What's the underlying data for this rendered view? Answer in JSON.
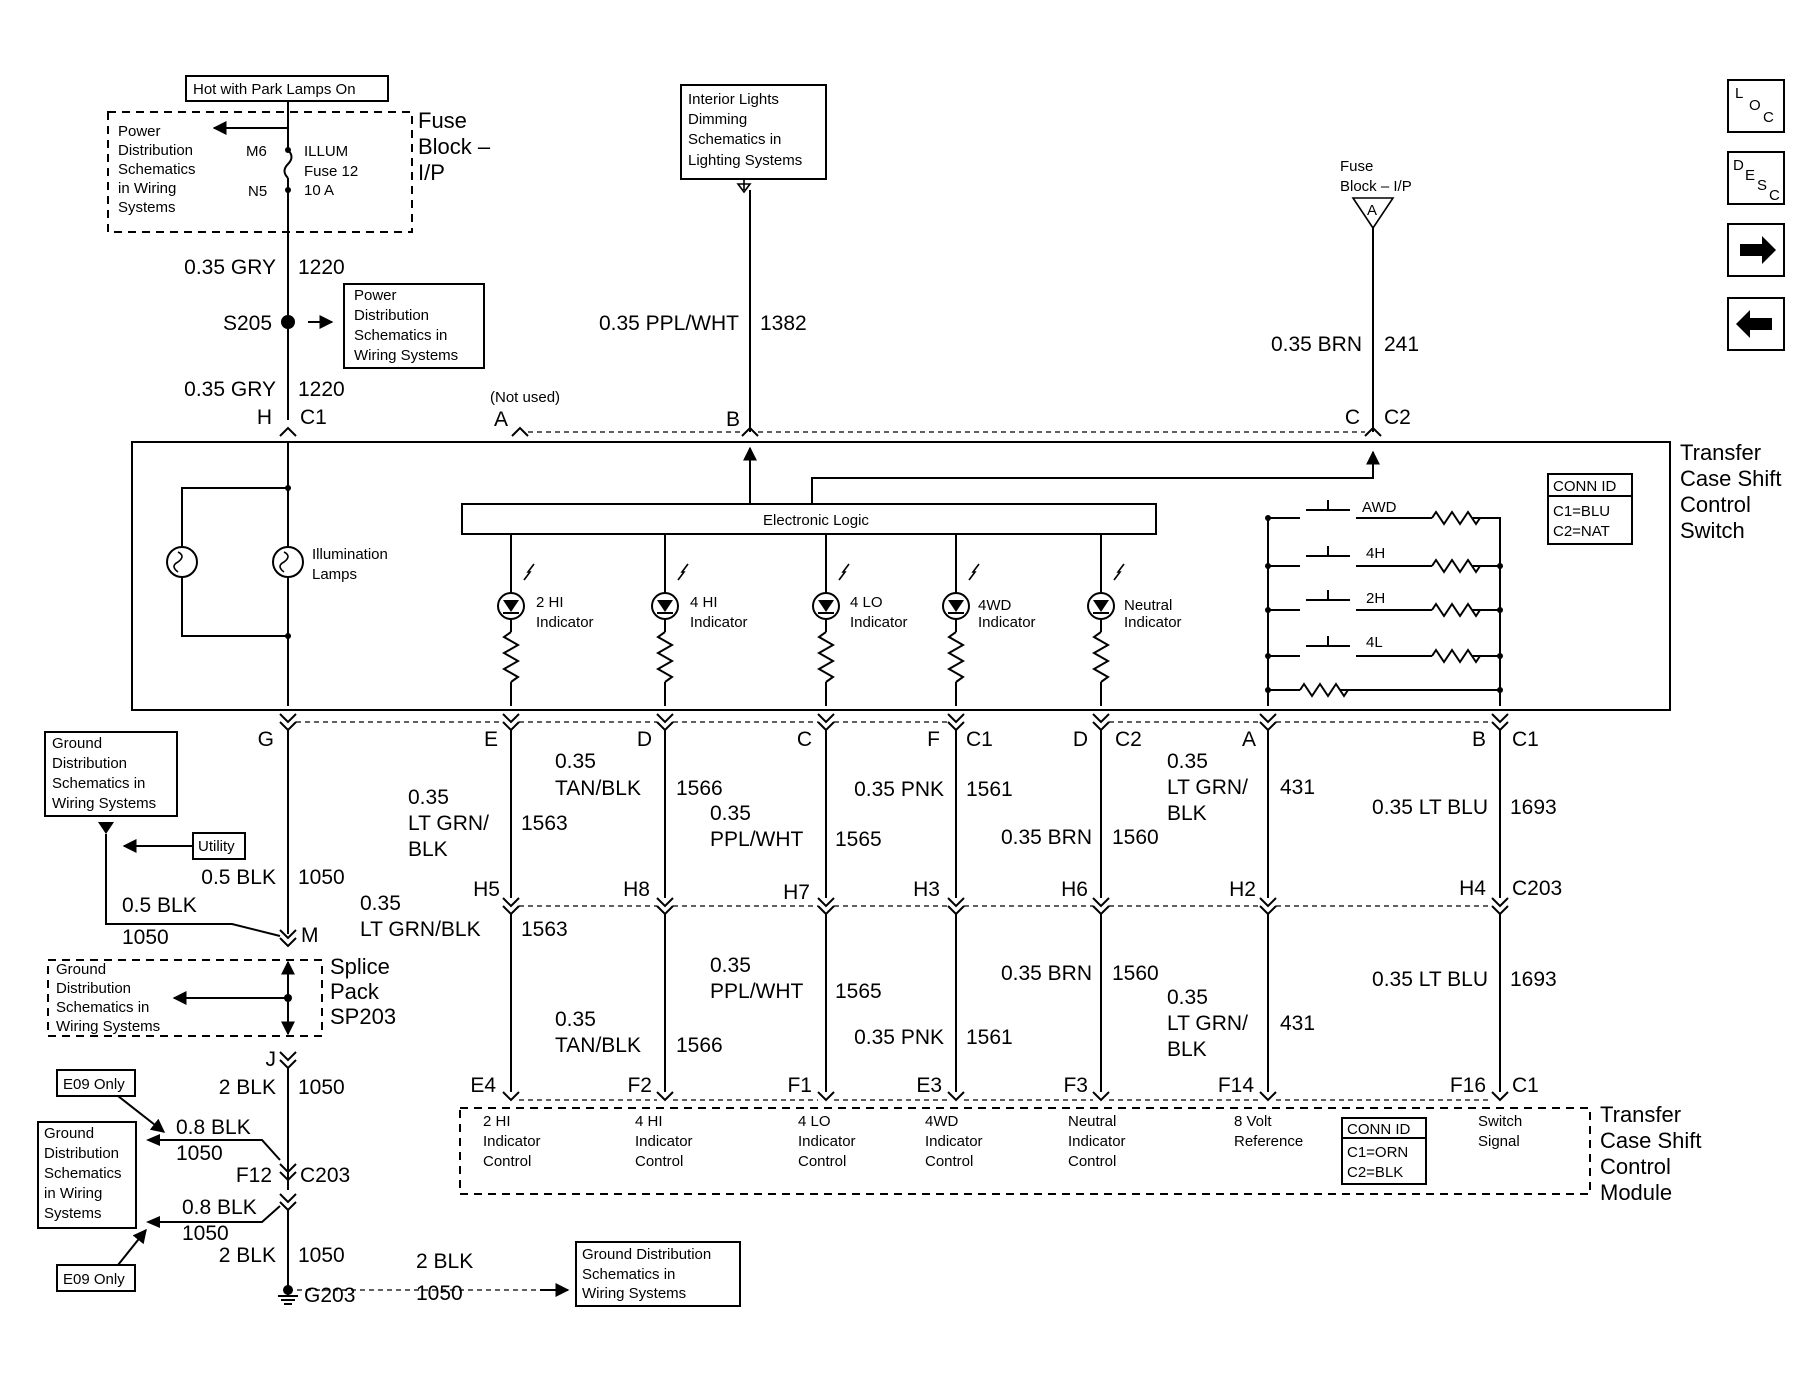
{
  "nav": {
    "loc": {
      "l1": "L",
      "l2": "O",
      "l3": "C"
    },
    "desc": {
      "l1": "D",
      "l2": "E",
      "l3": "S",
      "l4": "C"
    }
  },
  "fuse_block": {
    "hot_label": "Hot with Park Lamps On",
    "title_l1": "Fuse",
    "title_l2": "Block –",
    "title_l3": "I/P",
    "power_ref": [
      "Power",
      "Distribution",
      "Schematics",
      "in Wiring",
      "Systems"
    ],
    "pin_top": "M6",
    "pin_bottom": "N5",
    "fuse_name": "ILLUM",
    "fuse_no": "Fuse 12",
    "fuse_rating": "10 A"
  },
  "splice_s205": {
    "wire_above": "0.35 GRY",
    "circuit_above": "1220",
    "name": "S205",
    "ref": [
      "Power",
      "Distribution",
      "Schematics in",
      "Wiring Systems"
    ],
    "wire_below": "0.35 GRY",
    "circuit_below": "1220"
  },
  "dimming": {
    "ref": [
      "Interior Lights",
      "Dimming",
      "Schematics in",
      "Lighting Systems"
    ],
    "wire": "0.35 PPL/WHT",
    "circuit": "1382"
  },
  "fuse_a": {
    "label_l1": "Fuse",
    "label_l2": "Block – I/P",
    "tag": "A",
    "wire": "0.35 BRN",
    "circuit": "241"
  },
  "switch_top": {
    "pin_h": "H",
    "conn_c1": "C1",
    "not_used": "(Not used)",
    "pin_a": "A",
    "pin_b": "B",
    "pin_c": "C",
    "conn_c2": "C2"
  },
  "tcs_switch": {
    "title": [
      "Transfer",
      "Case Shift",
      "Control",
      "Switch"
    ],
    "logic": "Electronic Logic",
    "lamps": [
      "Illumination",
      "Lamps"
    ],
    "indicators": [
      {
        "l1": "2 HI",
        "l2": "Indicator"
      },
      {
        "l1": "4 HI",
        "l2": "Indicator"
      },
      {
        "l1": "4 LO",
        "l2": "Indicator"
      },
      {
        "l1": "4WD",
        "l2": "Indicator"
      },
      {
        "l1": "Neutral",
        "l2": "Indicator"
      }
    ],
    "switch_positions": [
      "AWD",
      "4H",
      "2H",
      "4L"
    ],
    "conn_id": {
      "title": "CONN ID",
      "c1": "C1=BLU",
      "c2": "C2=NAT"
    }
  },
  "switch_bottom": {
    "pins": [
      "G",
      "E",
      "D",
      "C",
      "F",
      "C1",
      "D",
      "C2",
      "A",
      "B",
      "C1"
    ]
  },
  "upper_wires": {
    "w1563": {
      "l1": "0.35",
      "l2": "LT GRN/",
      "l3": "BLK",
      "c": "1563"
    },
    "w1566": {
      "l1": "0.35",
      "l2": "TAN/BLK",
      "c": "1566"
    },
    "w1565": {
      "l1": "0.35",
      "l2": "PPL/WHT",
      "c": "1565"
    },
    "w1561": {
      "l1": "0.35 PNK",
      "c": "1561"
    },
    "w1560": {
      "l1": "0.35 BRN",
      "c": "1560"
    },
    "w431": {
      "l1": "0.35",
      "l2": "LT GRN/",
      "l3": "BLK",
      "c": "431"
    },
    "w1693": {
      "l1": "0.35 LT BLU",
      "c": "1693"
    }
  },
  "ground_left": {
    "ref": [
      "Ground",
      "Distribution",
      "Schematics in",
      "Wiring Systems"
    ],
    "utility": "Utility",
    "w1": "0.5 BLK",
    "c1": "1050",
    "w2": "0.5 BLK",
    "c2": "1050",
    "pin_m": "M"
  },
  "c203": {
    "pins": [
      "H5",
      "H8",
      "H7",
      "H3",
      "H6",
      "H2",
      "H4"
    ],
    "name": "C203"
  },
  "lower_wires": {
    "w1563": {
      "l1": "0.35",
      "l2": "LT GRN/BLK",
      "c": "1563"
    },
    "w1565": {
      "l1": "0.35",
      "l2": "PPL/WHT",
      "c": "1565"
    },
    "w1566": {
      "l1": "0.35",
      "l2": "TAN/BLK",
      "c": "1566"
    },
    "w1560": {
      "l1": "0.35 BRN",
      "c": "1560"
    },
    "w1561": {
      "l1": "0.35 PNK",
      "c": "1561"
    },
    "w431": {
      "l1": "0.35",
      "l2": "LT GRN/",
      "l3": "BLK",
      "c": "431"
    },
    "w1693": {
      "l1": "0.35 LT BLU",
      "c": "1693"
    }
  },
  "splice_pack": {
    "ref": [
      "Ground",
      "Distribution",
      "Schematics in",
      "Wiring Systems"
    ],
    "title": [
      "Splice",
      "Pack",
      "SP203"
    ],
    "pin_j": "J",
    "w": "2 BLK",
    "c": "1050"
  },
  "module_top": {
    "pins": [
      "E4",
      "F2",
      "F1",
      "E3",
      "F3",
      "F14",
      "F16",
      "C1"
    ]
  },
  "tcs_module": {
    "title": [
      "Transfer",
      "Case Shift",
      "Control",
      "Module"
    ],
    "labels": [
      [
        "2 HI",
        "Indicator",
        "Control"
      ],
      [
        "4 HI",
        "Indicator",
        "Control"
      ],
      [
        "4 LO",
        "Indicator",
        "Control"
      ],
      [
        "4WD",
        "Indicator",
        "Control"
      ],
      [
        "Neutral",
        "Indicator",
        "Control"
      ],
      [
        "8 Volt",
        "Reference"
      ],
      [
        "Switch",
        "Signal"
      ]
    ],
    "conn_id": {
      "title": "CONN ID",
      "c1": "C1=ORN",
      "c2": "C2=BLK"
    }
  },
  "ground_bottom": {
    "e09_1": "E09 Only",
    "e09_2": "E09 Only",
    "ref": [
      "Ground",
      "Distribution",
      "Schematics",
      "in Wiring",
      "Systems"
    ],
    "w1": "0.8 BLK",
    "c1": "1050",
    "pin_f12": "F12",
    "c203": "C203",
    "w2": "0.8 BLK",
    "c2": "1050",
    "w3": "2 BLK",
    "c3": "1050",
    "w4": "2 BLK",
    "c4": "1050",
    "ground": "G203",
    "ref2": [
      "Ground Distribution",
      "Schematics in",
      "Wiring Systems"
    ]
  }
}
